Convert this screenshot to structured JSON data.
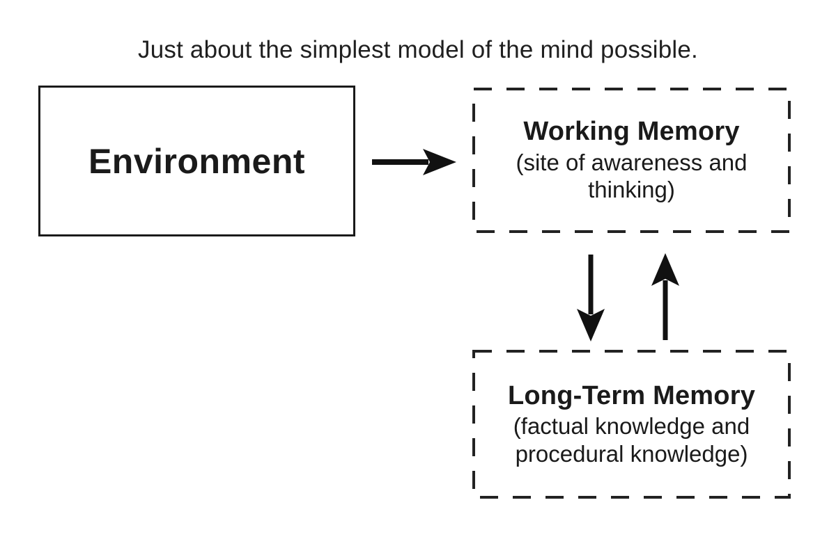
{
  "title": "Just about the simplest model of the mind possible.",
  "colors": {
    "ink": "#1a1a1a",
    "background": "#ffffff"
  },
  "nodes": {
    "environment": {
      "label": "Environment",
      "border_style": "solid"
    },
    "working_memory": {
      "label": "Working Memory",
      "sublabel": "(site of awareness and thinking)",
      "border_style": "dashed"
    },
    "long_term_memory": {
      "label": "Long-Term Memory",
      "sublabel": "(factual knowledge and procedural knowledge)",
      "border_style": "dashed"
    }
  },
  "edges": [
    {
      "from": "environment",
      "to": "working_memory",
      "direction": "right"
    },
    {
      "from": "working_memory",
      "to": "long_term_memory",
      "direction": "down"
    },
    {
      "from": "long_term_memory",
      "to": "working_memory",
      "direction": "up"
    }
  ]
}
